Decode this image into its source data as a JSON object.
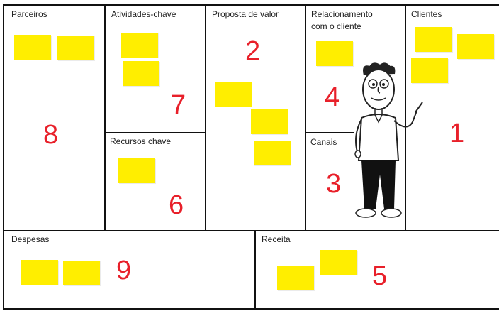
{
  "canvas": {
    "blocks": {
      "parceiros": {
        "label": "Parceiros",
        "number": "8"
      },
      "atividades": {
        "label": "Atividades-chave",
        "number": "7"
      },
      "recursos": {
        "label": "Recursos chave",
        "number": "6"
      },
      "proposta": {
        "label": "Proposta de valor",
        "number": "2"
      },
      "relacionamento": {
        "label_line1": "Relacionamento",
        "label_line2": "com o cliente",
        "number": "4"
      },
      "canais": {
        "label": "Canais",
        "number": "3"
      },
      "clientes": {
        "label": "Clientes",
        "number": "1"
      },
      "despesas": {
        "label": "Despesas",
        "number": "9"
      },
      "receita": {
        "label": "Receita",
        "number": "5"
      }
    },
    "colors": {
      "note": "#ffee00",
      "number": "#e8202a",
      "line": "#111111"
    },
    "illustration": "cartoon-presenter"
  }
}
